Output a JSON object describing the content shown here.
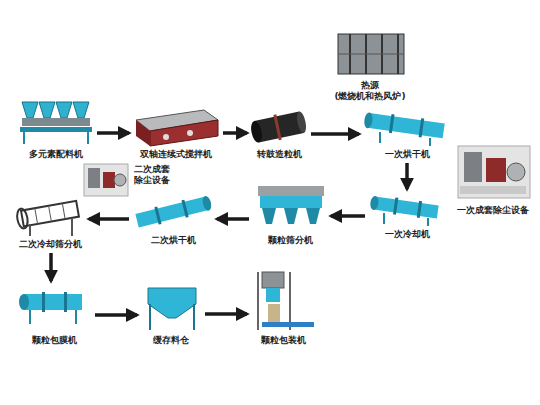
{
  "diagram": {
    "nodes": [
      {
        "text": [
          "多元素配料机"
        ]
      },
      {
        "text": [
          "双轴连续式搅拌机"
        ]
      },
      {
        "text": [
          "转鼓造粒机"
        ]
      },
      {
        "text": [
          "热源",
          "(燃烧机和热风炉)"
        ]
      },
      {
        "text": [
          "一次烘干机"
        ]
      },
      {
        "text": [
          "一次冷却机"
        ]
      },
      {
        "text": [
          "一次成套除尘设备"
        ]
      },
      {
        "text": [
          "颗粒筛分机"
        ]
      },
      {
        "text": [
          "二次烘干机"
        ]
      },
      {
        "text": [
          "二次成套 除尘设备"
        ]
      },
      {
        "text": [
          "二次冷却筛分机"
        ]
      },
      {
        "text": [
          "颗粒包膜机"
        ]
      },
      {
        "text": [
          "缓存料仓"
        ]
      },
      {
        "text": [
          "颗粒包装机"
        ]
      }
    ],
    "edges": [
      {
        "from": 0,
        "to": 1,
        "arrow": "to"
      },
      {
        "from": 1,
        "to": 2,
        "arrow": "to"
      },
      {
        "from": 2,
        "to": 4,
        "arrow": "to"
      },
      {
        "from": 4,
        "to": 5,
        "arrow": "to"
      },
      {
        "from": 5,
        "to": 7,
        "arrow": "to"
      },
      {
        "from": 7,
        "to": 8,
        "arrow": "to"
      },
      {
        "from": 8,
        "to": 10,
        "arrow": "to"
      },
      {
        "from": 10,
        "to": 11,
        "arrow": "to"
      },
      {
        "from": 11,
        "to": 12,
        "arrow": "to"
      },
      {
        "from": 12,
        "to": 13,
        "arrow": "to"
      }
    ]
  }
}
